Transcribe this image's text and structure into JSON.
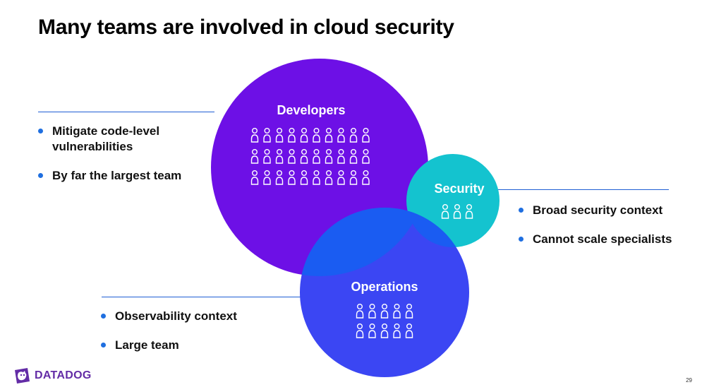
{
  "slide": {
    "title": "Many teams are involved in cloud security",
    "page_number": "29"
  },
  "colors": {
    "developers": "#6d10e6",
    "security": "#14c3cf",
    "operations": "#3b46f3",
    "overlap": "#1a5cf2",
    "accent_line": "#1f5ed4",
    "brand": "#632ca6"
  },
  "groups": {
    "developers": {
      "label": "Developers",
      "bullets": [
        "Mitigate code-level vulnerabilities",
        "By far the largest team"
      ]
    },
    "security": {
      "label": "Security",
      "bullets": [
        "Broad security context",
        "Cannot scale specialists"
      ]
    },
    "operations": {
      "label": "Operations",
      "bullets": [
        "Observability context",
        "Large team"
      ]
    }
  },
  "icons": {
    "person": "person-outline-icon",
    "logo": "datadog-dog-icon"
  },
  "brand": {
    "name": "DATADOG"
  }
}
